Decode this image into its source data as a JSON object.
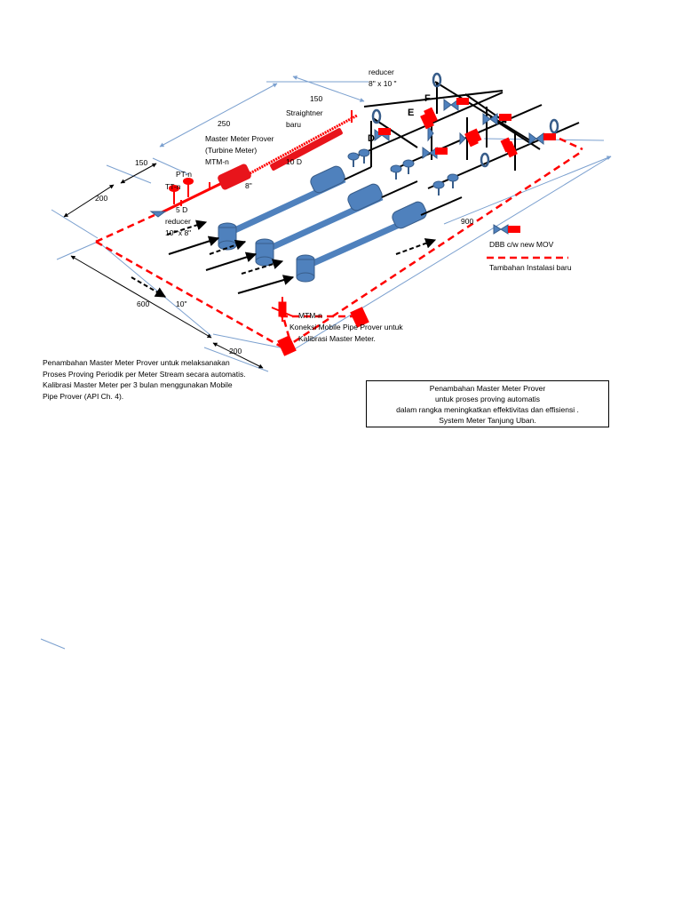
{
  "labels": {
    "reducer_top": "reducer",
    "reducer_top_size": "8\" x 10 \"",
    "straightner_1": "Straightner",
    "straightner_2": "baru",
    "master_1": "Master Meter Prover",
    "master_2": "(Turbine Meter)",
    "master_3": "MTM-n",
    "eight_inch": "8\"",
    "ten_d": "10 D",
    "pt": "PT-n",
    "tt": "TT-n",
    "five_d": "5 D",
    "reducer_left": "reducer",
    "reducer_left_size": "10\" x 8\"",
    "ten_inch": "10\"",
    "mtm_bottom": "MTM-n",
    "letter_f": "F",
    "letter_e": "E",
    "letter_d": "D"
  },
  "dimensions": {
    "d150_top": "150",
    "d250": "250",
    "d150_left": "150",
    "d200_left": "200",
    "d600": "600",
    "d200_bottom": "200",
    "d900": "900"
  },
  "legend": {
    "dbb": "DBB c/w new MOV",
    "new_install": "Tambahan Instalasi baru"
  },
  "koneksi_note": [
    "Koneksi Mobile Pipe Prover untuk",
    "Kalibrasi Master Meter."
  ],
  "left_note": [
    "Penambahan Master Meter Prover untuk melaksanakan",
    "Proses Proving Periodik per Meter Stream secara automatis.",
    "Kalibrasi Master Meter per 3 bulan menggunakan Mobile",
    "Pipe Prover (API Ch. 4)."
  ],
  "box": [
    "Penambahan Master Meter Prover",
    "untuk proses proving automatis",
    "dalam rangka meningkatkan  effektivitas  dan effisiensi .",
    "System Meter Tanjung Uban."
  ],
  "colors": {
    "pipe_blue": "#4f81bd",
    "pipe_blue_dark": "#385d8a",
    "new_red": "#ff0000",
    "dim_line": "#7ba0cf"
  }
}
